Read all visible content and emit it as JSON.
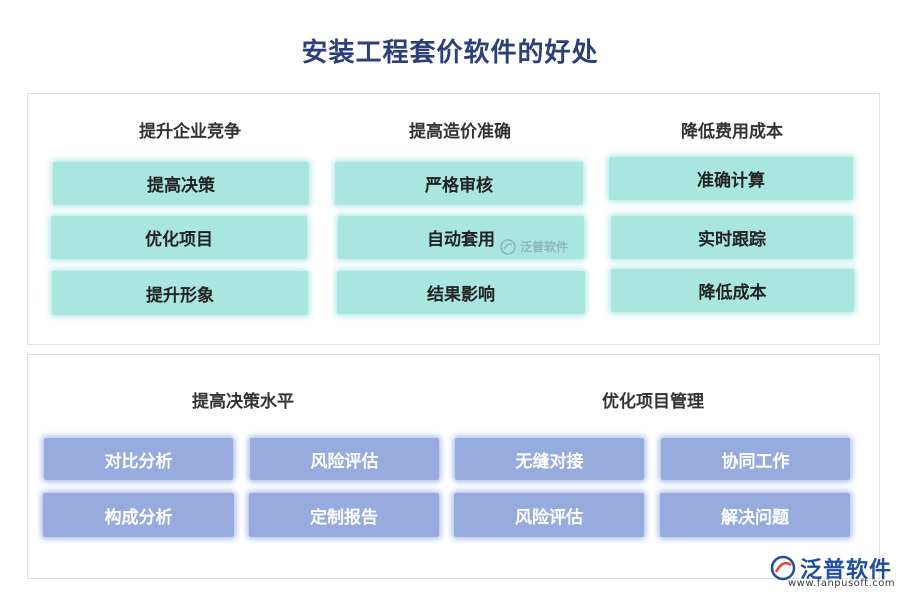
{
  "title": "安装工程套价软件的好处",
  "top": {
    "columns": [
      {
        "heading": "提升企业竞争",
        "items": [
          "提高决策",
          "优化项目",
          "提升形象"
        ]
      },
      {
        "heading": "提高造价准确",
        "items": [
          "严格审核",
          "自动套用",
          "结果影响"
        ]
      },
      {
        "heading": "降低费用成本",
        "items": [
          "准确计算",
          "实时跟踪",
          "降低成本"
        ]
      }
    ]
  },
  "bottom": {
    "groups": [
      {
        "heading": "提高决策水平",
        "items": [
          "对比分析",
          "风险评估",
          "构成分析",
          "定制报告"
        ]
      },
      {
        "heading": "优化项目管理",
        "items": [
          "无缝对接",
          "协同工作",
          "风险评估",
          "解决问题"
        ]
      }
    ]
  },
  "watermark": {
    "text": "泛普软件"
  },
  "logo": {
    "name": "泛普软件",
    "url": "www.fanpusoft.com",
    "color": "#1f4e9c"
  },
  "colors": {
    "teal_box": "#a8e6df",
    "blue_box": "#97abdf",
    "title": "#2b3f7a"
  }
}
